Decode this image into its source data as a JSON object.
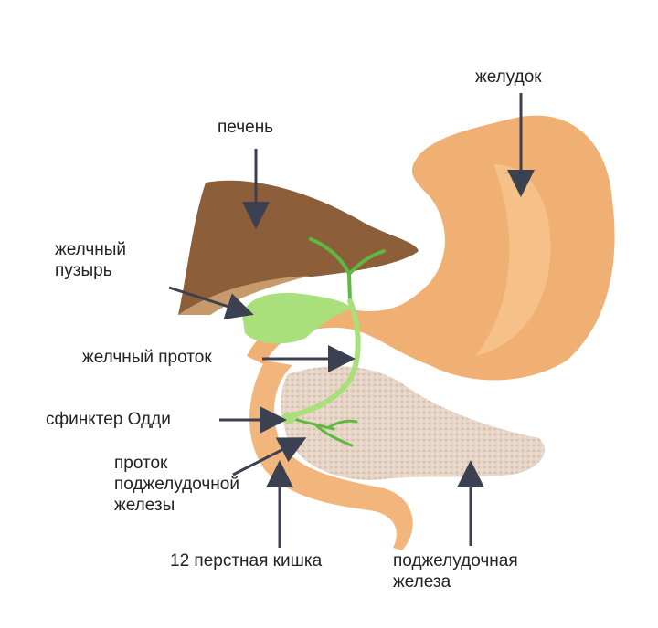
{
  "labels": {
    "stomach": "желудок",
    "liver": "печень",
    "gallbladder": "желчный\nпузырь",
    "bile_duct": "желчный проток",
    "sphincter": "сфинктер Одди",
    "pancreatic_duct": "проток\nподжелудочной\nжелезы",
    "duodenum": "12 перстная кишка",
    "pancreas": "поджелудочная\nжелеза"
  },
  "colors": {
    "stomach": "#f0b073",
    "liver": "#8c5e3a",
    "gallbladder": "#a9e07c",
    "duct": "#5fb83f",
    "pancreas": "#e6d4c6",
    "arrow": "#3b4150"
  }
}
